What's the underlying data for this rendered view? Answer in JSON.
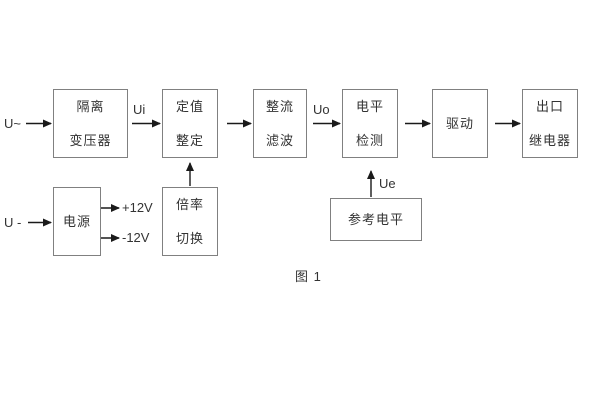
{
  "diagram": {
    "caption": "图 1",
    "blocks": {
      "isolation_transformer": {
        "line1": "隔离",
        "line2": "变压器"
      },
      "setting_adjust": {
        "line1": "定值",
        "line2": "整定"
      },
      "rectifier_filter": {
        "line1": "整流",
        "line2": "滤波"
      },
      "level_detect": {
        "line1": "电平",
        "line2": "检测"
      },
      "driver": {
        "line1": "驱动"
      },
      "output_relay": {
        "line1": "出口",
        "line2": "继电器"
      },
      "power_supply": {
        "line1": "电源"
      },
      "ratio_switch": {
        "line1": "倍率",
        "line2": "切换"
      },
      "reference_level": {
        "line1": "参考电平"
      }
    },
    "signals": {
      "input_ac": "U~",
      "input_dc": "U -",
      "ui": "Ui",
      "uo": "Uo",
      "ue": "Ue",
      "plus12": "+12V",
      "minus12": "-12V"
    },
    "colors": {
      "background": "#ffffff",
      "box_border": "#808080",
      "text": "#333333",
      "arrow": "#1a1a1a"
    }
  }
}
